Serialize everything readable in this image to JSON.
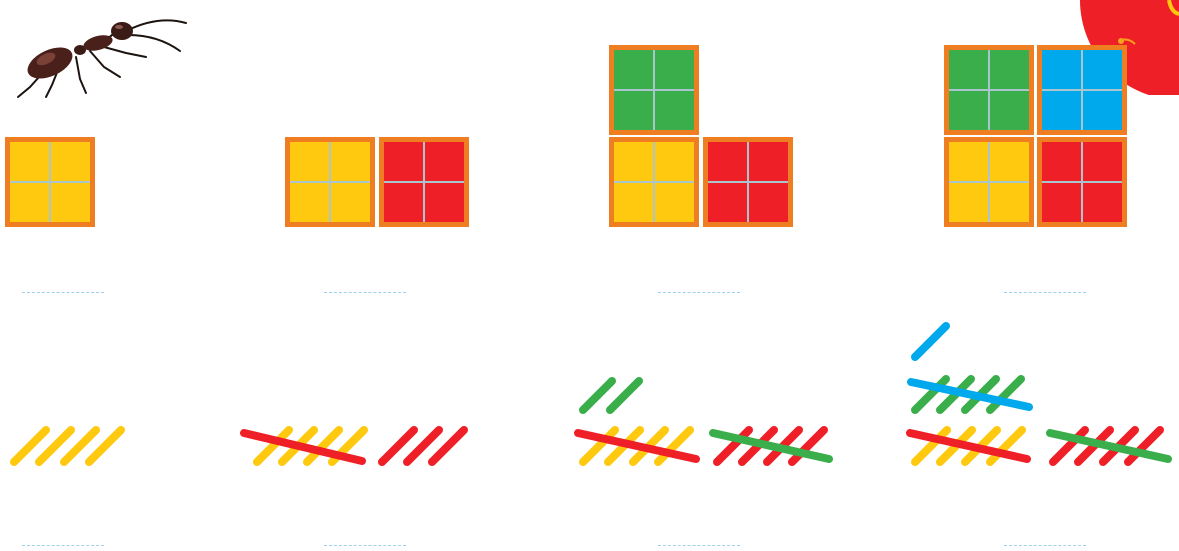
{
  "colors": {
    "border": "#ef7d22",
    "grid_line": "#a9c6cf",
    "yellow": "#fec90e",
    "red": "#ee1f26",
    "green": "#3aae4a",
    "blue": "#00a8ec",
    "blank_line": "#9fd0ee"
  },
  "icons": {
    "ant": "ant-illustration",
    "corner": "red-circle-decoration"
  },
  "blocks": [
    {
      "label": "block-group-1",
      "tiles": [
        "yellow"
      ]
    },
    {
      "label": "block-group-2",
      "tiles": [
        "yellow",
        "red"
      ]
    },
    {
      "label": "block-group-3",
      "tiles": [
        "green",
        "yellow",
        "red"
      ]
    },
    {
      "label": "block-group-4",
      "tiles": [
        "green",
        "blue",
        "yellow",
        "red"
      ]
    }
  ],
  "tallies": [
    {
      "label": "tally-group-1",
      "bundles": [
        {
          "color": "yellow",
          "sticks": 4,
          "crossed": false
        }
      ]
    },
    {
      "label": "tally-group-2",
      "bundles": [
        {
          "color": "yellow",
          "sticks": 4,
          "crossed": true,
          "cross_color": "red"
        },
        {
          "color": "red",
          "sticks": 3,
          "crossed": false
        }
      ]
    },
    {
      "label": "tally-group-3",
      "bundles": [
        {
          "color": "green",
          "sticks": 2,
          "crossed": false
        },
        {
          "color": "yellow",
          "sticks": 4,
          "crossed": true,
          "cross_color": "red"
        },
        {
          "color": "red",
          "sticks": 4,
          "crossed": true,
          "cross_color": "green"
        }
      ]
    },
    {
      "label": "tally-group-4",
      "bundles": [
        {
          "color": "blue",
          "sticks": 1,
          "crossed": false
        },
        {
          "color": "green",
          "sticks": 4,
          "crossed": true,
          "cross_color": "blue"
        },
        {
          "color": "yellow",
          "sticks": 4,
          "crossed": true,
          "cross_color": "red"
        },
        {
          "color": "red",
          "sticks": 4,
          "crossed": true,
          "cross_color": "green"
        }
      ]
    }
  ],
  "answer_blanks": 8
}
